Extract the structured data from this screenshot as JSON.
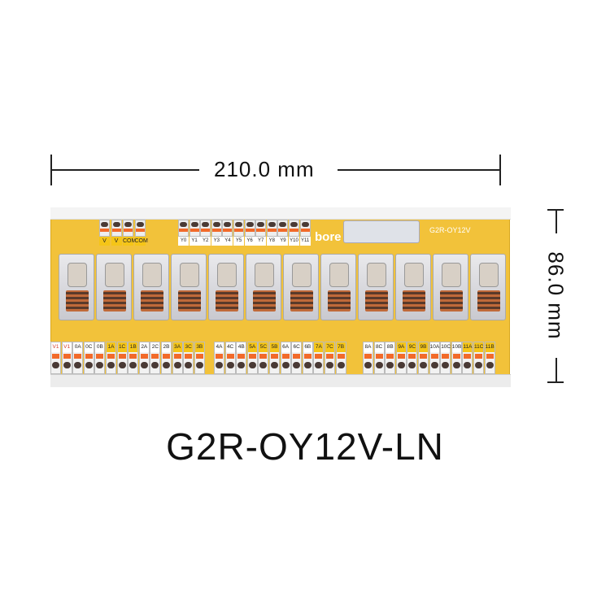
{
  "dimensions": {
    "width": "210.0 mm",
    "height": "86.0 mm"
  },
  "product_title": "G2R-OY12V-LN",
  "board": {
    "brand": "bore",
    "model": "G2R-OY12V",
    "top_terminals": [
      "V",
      "V",
      "COM",
      "COM"
    ],
    "output_terminals": [
      "Y0",
      "Y1",
      "Y2",
      "Y3",
      "Y4",
      "Y5",
      "Y6",
      "Y7",
      "Y8",
      "Y9",
      "Y10",
      "Y11"
    ],
    "bottom_terminals": [
      [
        "V1",
        "V1",
        "0A",
        "0C",
        "0B",
        "1A",
        "1C",
        "1B",
        "2A",
        "2C",
        "2B",
        "3A",
        "3C",
        "3B"
      ],
      [
        "4A",
        "4C",
        "4B",
        "5A",
        "5C",
        "5B",
        "6A",
        "6C",
        "6B",
        "7A",
        "7C",
        "7B"
      ],
      [
        "8A",
        "8C",
        "8B",
        "9A",
        "9C",
        "9B",
        "10A",
        "10C",
        "10B",
        "11A",
        "11C",
        "11B"
      ]
    ],
    "relay_count": 12
  }
}
